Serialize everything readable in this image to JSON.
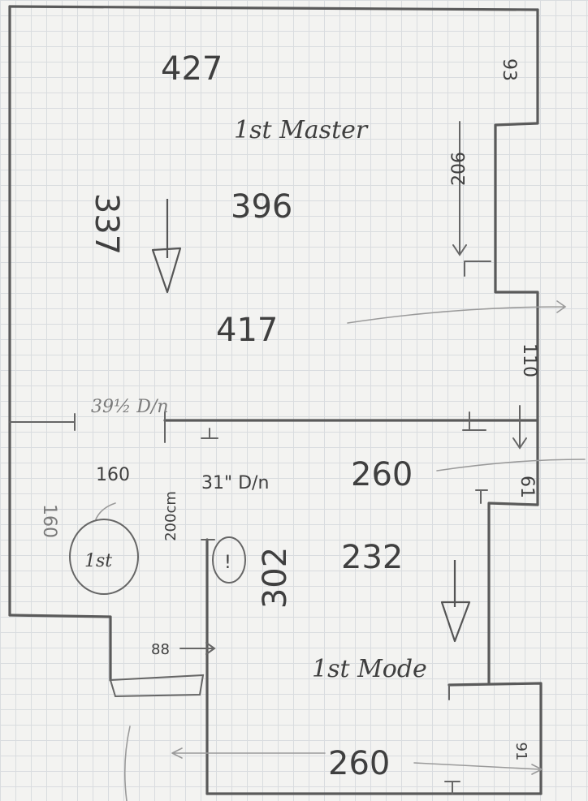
{
  "top_room": {
    "dim_top": "427",
    "label": "1st Master",
    "dim_inner": "396",
    "dim_left": "337",
    "dim_bottom": "417",
    "recess_height": "206",
    "notch_top": "93",
    "notch_right": "110"
  },
  "left_room": {
    "door_width": "39½ D/n",
    "dim_top": "160",
    "dim_side": "160",
    "door_height": "200cm",
    "label": "1st",
    "step_width": "88"
  },
  "bottom_room": {
    "door_width": "31\" D/n",
    "dim_top": "260",
    "marker": "!",
    "dim_height": "302",
    "dim_inner": "232",
    "label": "1st Mode",
    "notch_right": "61",
    "dim_bottom": "260",
    "notch_bottom_right": "91"
  }
}
